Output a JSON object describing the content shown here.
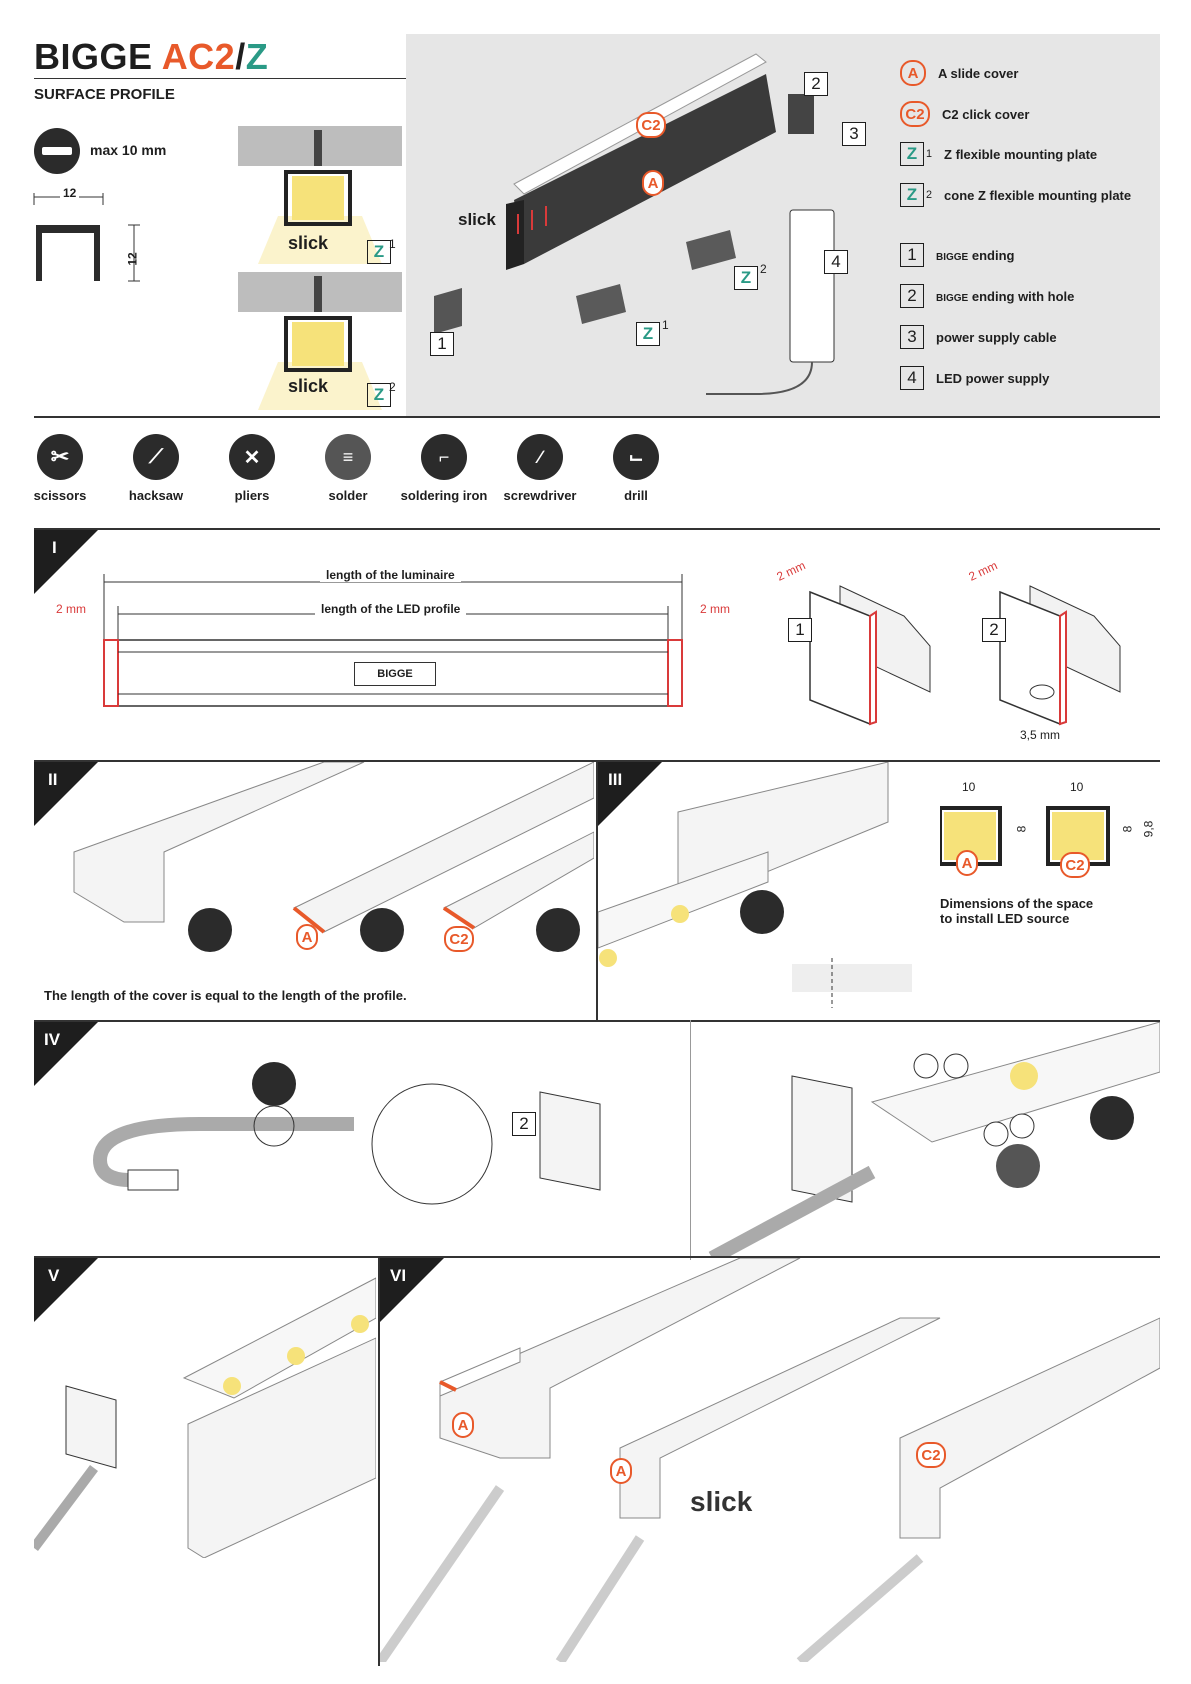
{
  "header": {
    "brand_main": "BIGGE",
    "brand_orange": "AC2",
    "brand_slash": "/",
    "brand_teal": "Z",
    "subtitle": "SURFACE PROFILE",
    "max_label": "max 10 mm",
    "dim_width": "12",
    "dim_height": "12",
    "slick_1": "slick",
    "slick_2": "slick",
    "z1_letter": "Z",
    "z1_sup": "1",
    "z2_letter": "Z",
    "z2_sup": "2"
  },
  "diagram": {
    "c2_tag": "C2",
    "a_tag": "A",
    "slick": "slick",
    "num_1": "1",
    "num_2": "2",
    "num_3": "3",
    "num_4": "4",
    "z1_letter": "Z",
    "z1_sup": "1",
    "z2_letter": "Z",
    "z2_sup": "2"
  },
  "legend": [
    {
      "badge": "A",
      "kind": "circle",
      "label": "A slide cover"
    },
    {
      "badge": "C2",
      "kind": "circle",
      "label": "C2 click cover"
    },
    {
      "badge": "Z",
      "kind": "square",
      "sup": "1",
      "label": "Z flexible mounting plate"
    },
    {
      "badge": "Z",
      "kind": "square",
      "sup": "2",
      "label": "cone Z flexible mounting plate"
    },
    {
      "badge": "1",
      "kind": "num",
      "label_prefix": "BIGGE",
      "label": " ending"
    },
    {
      "badge": "2",
      "kind": "num",
      "label_prefix": "BIGGE",
      "label": " ending with hole"
    },
    {
      "badge": "3",
      "kind": "num",
      "label": "power supply cable"
    },
    {
      "badge": "4",
      "kind": "num",
      "label": "LED power supply"
    }
  ],
  "tools": [
    {
      "icon": "scissors-icon",
      "label": "scissors"
    },
    {
      "icon": "hacksaw-icon",
      "label": "hacksaw"
    },
    {
      "icon": "pliers-icon",
      "label": "pliers"
    },
    {
      "icon": "solder-icon",
      "label": "solder"
    },
    {
      "icon": "soldering-iron-icon",
      "label": "soldering iron"
    },
    {
      "icon": "screwdriver-icon",
      "label": "screwdriver"
    },
    {
      "icon": "drill-icon",
      "label": "drill"
    }
  ],
  "step1": {
    "num": "I",
    "length_luminaire": "length of the luminaire",
    "length_profile": "length of the LED profile",
    "gap_left": "2 mm",
    "gap_right": "2 mm",
    "profile_label": "BIGGE",
    "end1_dim": "2 mm",
    "end2_dim": "2 mm",
    "end1_num": "1",
    "end2_num": "2",
    "hole_dim": "3,5 mm"
  },
  "step2": {
    "num": "II",
    "a_tag": "A",
    "c2_tag": "C2",
    "caption": "The length of the cover is equal to the length of the profile."
  },
  "step3": {
    "num": "III",
    "dim_a_w": "10",
    "dim_a_h": "8",
    "dim_c2_w": "10",
    "dim_c2_h": "8",
    "dim_c2_h2": "9,8",
    "a_tag": "A",
    "c2_tag": "C2",
    "caption_line1": "Dimensions of the space",
    "caption_line2": "to install LED source"
  },
  "step4": {
    "num": "IV",
    "end_num": "2"
  },
  "step5": {
    "num": "V"
  },
  "step6": {
    "num": "VI",
    "a_tag_1": "A",
    "a_tag_2": "A",
    "c2_tag": "C2",
    "slick": "slick"
  },
  "colors": {
    "accent_orange": "#e8592a",
    "accent_teal": "#2a9a86",
    "led_yellow": "#f6e27a",
    "panel_grey": "#e6e6e6",
    "dark": "#1e1e1e",
    "red_line": "#d93a3a"
  }
}
